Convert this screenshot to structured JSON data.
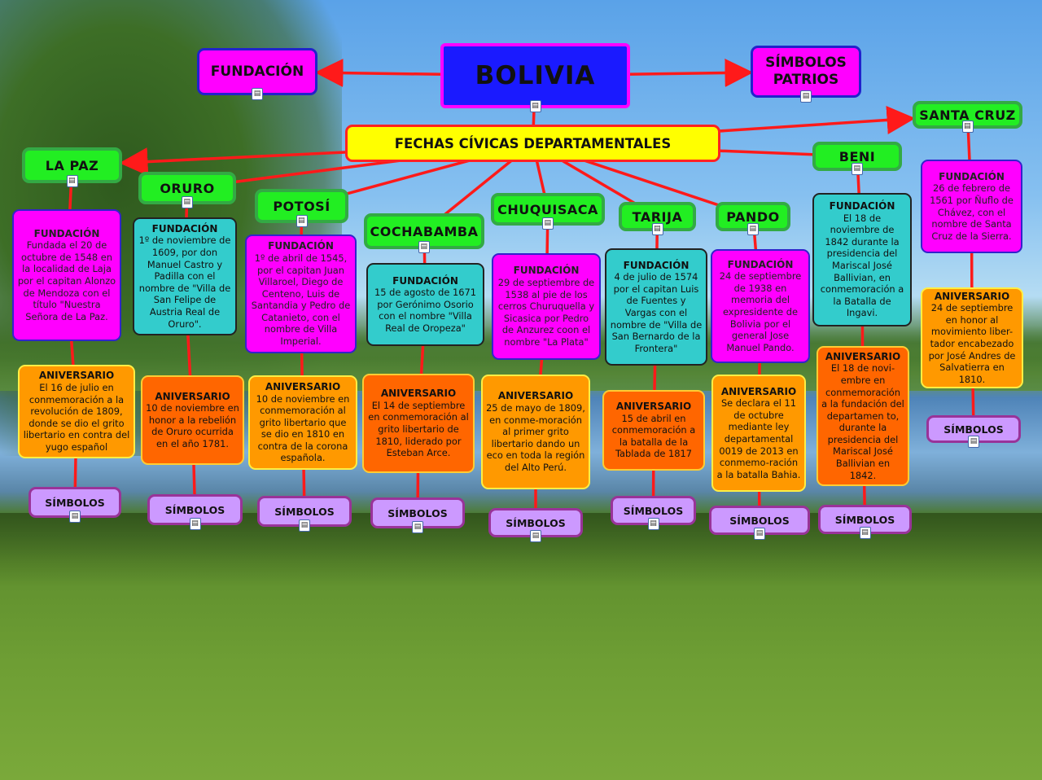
{
  "root": {
    "title": "BOLIVIA"
  },
  "fundacion_top": {
    "label": "FUNDACIÓN"
  },
  "simbolos_patrios": {
    "label": "SÍMBOLOS PATRIOS"
  },
  "fechas": {
    "label": "FECHAS CÍVICAS DEPARTAMENTALES"
  },
  "colors": {
    "root_fill": "#1a1aff",
    "root_border": "#ff00ff",
    "dept_fill": "#22ee22",
    "fund_magenta": "#ff00ff",
    "fund_teal": "#33cccc",
    "aniv_orange": "#ff9900",
    "aniv_dark_orange": "#ff6600",
    "simbolos_fill": "#cc99ff",
    "link": "#ff1a1a"
  },
  "departments": [
    {
      "name": "LA PAZ",
      "fundacion_title": "FUNDACIÓN",
      "fundacion": "Fundada el 20 de octubre de 1548 en la localidad de Laja por el capitan Alonzo de Mendoza con el título \"Nuestra Señora de La Paz.",
      "aniversario_title": "ANIVERSARIO",
      "aniversario": "El 16 de julio en conmemoración a la revolución de 1809, donde se dio el grito libertario en contra del yugo español",
      "simbolos": "SÍMBOLOS"
    },
    {
      "name": "ORURO",
      "fundacion_title": "FUNDACIÓN",
      "fundacion": "1º de noviembre de 1609, por don Manuel Castro y Padilla con el nombre de \"Villa de San Felipe de Austria Real de Oruro\".",
      "aniversario_title": "ANIVERSARIO",
      "aniversario": "10  de noviembre en honor a la rebelión de Oruro ocurrida en el año 1781.",
      "simbolos": "SÍMBOLOS"
    },
    {
      "name": "POTOSÍ",
      "fundacion_title": "FUNDACIÓN",
      "fundacion": "1º de abril de 1545, por el capitan Juan Villaroel, Diego de Centeno, Luis de Santandia y Pedro de Catanieto, con el nombre de Villa Imperial.",
      "aniversario_title": "ANIVERSARIO",
      "aniversario": "10 de noviembre en conmemoración al grito libertario que se dio en 1810 en contra de la corona española.",
      "simbolos": "SÍMBOLOS"
    },
    {
      "name": "COCHABAMBA",
      "fundacion_title": "FUNDACIÓN",
      "fundacion": "15 de agosto de 1671 por Gerónimo Osorio con el nombre \"Villa Real de Oropeza\"",
      "aniversario_title": "ANIVERSARIO",
      "aniversario": "El 14 de septiembre en conmemoración al grito libertario de 1810, liderado por Esteban Arce.",
      "simbolos": "SÍMBOLOS"
    },
    {
      "name": "CHUQUISACA",
      "fundacion_title": "FUNDACIÓN",
      "fundacion": "29 de septiembre de 1538 al pie de los cerros Churuquella y Sicasica por Pedro de Anzurez coon el nombre \"La Plata\"",
      "aniversario_title": "ANIVERSARIO",
      "aniversario": "25 de mayo de 1809, en conme-moración al primer grito libertario dando un eco en toda la región del Alto Perú.",
      "simbolos": "SÍMBOLOS"
    },
    {
      "name": "TARIJA",
      "fundacion_title": "FUNDACIÓN",
      "fundacion": "4 de julio de 1574 por el capitan Luis de Fuentes y Vargas con el nombre de \"Villa de San Bernardo de la Frontera\"",
      "aniversario_title": "ANIVERSARIO",
      "aniversario": "15 de abril en conmemoración a la batalla de la Tablada de 1817",
      "simbolos": "SÍMBOLOS"
    },
    {
      "name": "PANDO",
      "fundacion_title": "FUNDACIÓN",
      "fundacion": "24 de septiembre de 1938 en memoria del expresidente de Bolivia por el general Jose Manuel Pando.",
      "aniversario_title": "ANIVERSARIO",
      "aniversario": "Se declara el 11 de octubre mediante ley departamental 0019 de 2013 en conmemo-ración a la batalla Bahia.",
      "simbolos": "SÍMBOLOS"
    },
    {
      "name": "BENI",
      "fundacion_title": "FUNDACIÓN",
      "fundacion": "El 18 de noviembre de 1842 durante la presidencia del Mariscal José Ballivian, en conmemoración a la Batalla de Ingavi.",
      "aniversario_title": "ANIVERSARIO",
      "aniversario": "El 18 de novi-embre en conmemoración a la fundación del departamen to, durante la presidencia del Mariscal José Ballivian en 1842.",
      "simbolos": "SÍMBOLOS"
    },
    {
      "name": "SANTA CRUZ",
      "fundacion_title": "FUNDACIÓN",
      "fundacion": "26 de febrero de 1561 por Ñuflo de Chávez, con el nombre de Santa Cruz de la Sierra.",
      "aniversario_title": "ANIVERSARIO",
      "aniversario": "24 de septiembre en honor al movimiento liber-tador encabezado por José Andres de Salvatierra en 1810.",
      "simbolos": "SÍMBOLOS"
    }
  ]
}
